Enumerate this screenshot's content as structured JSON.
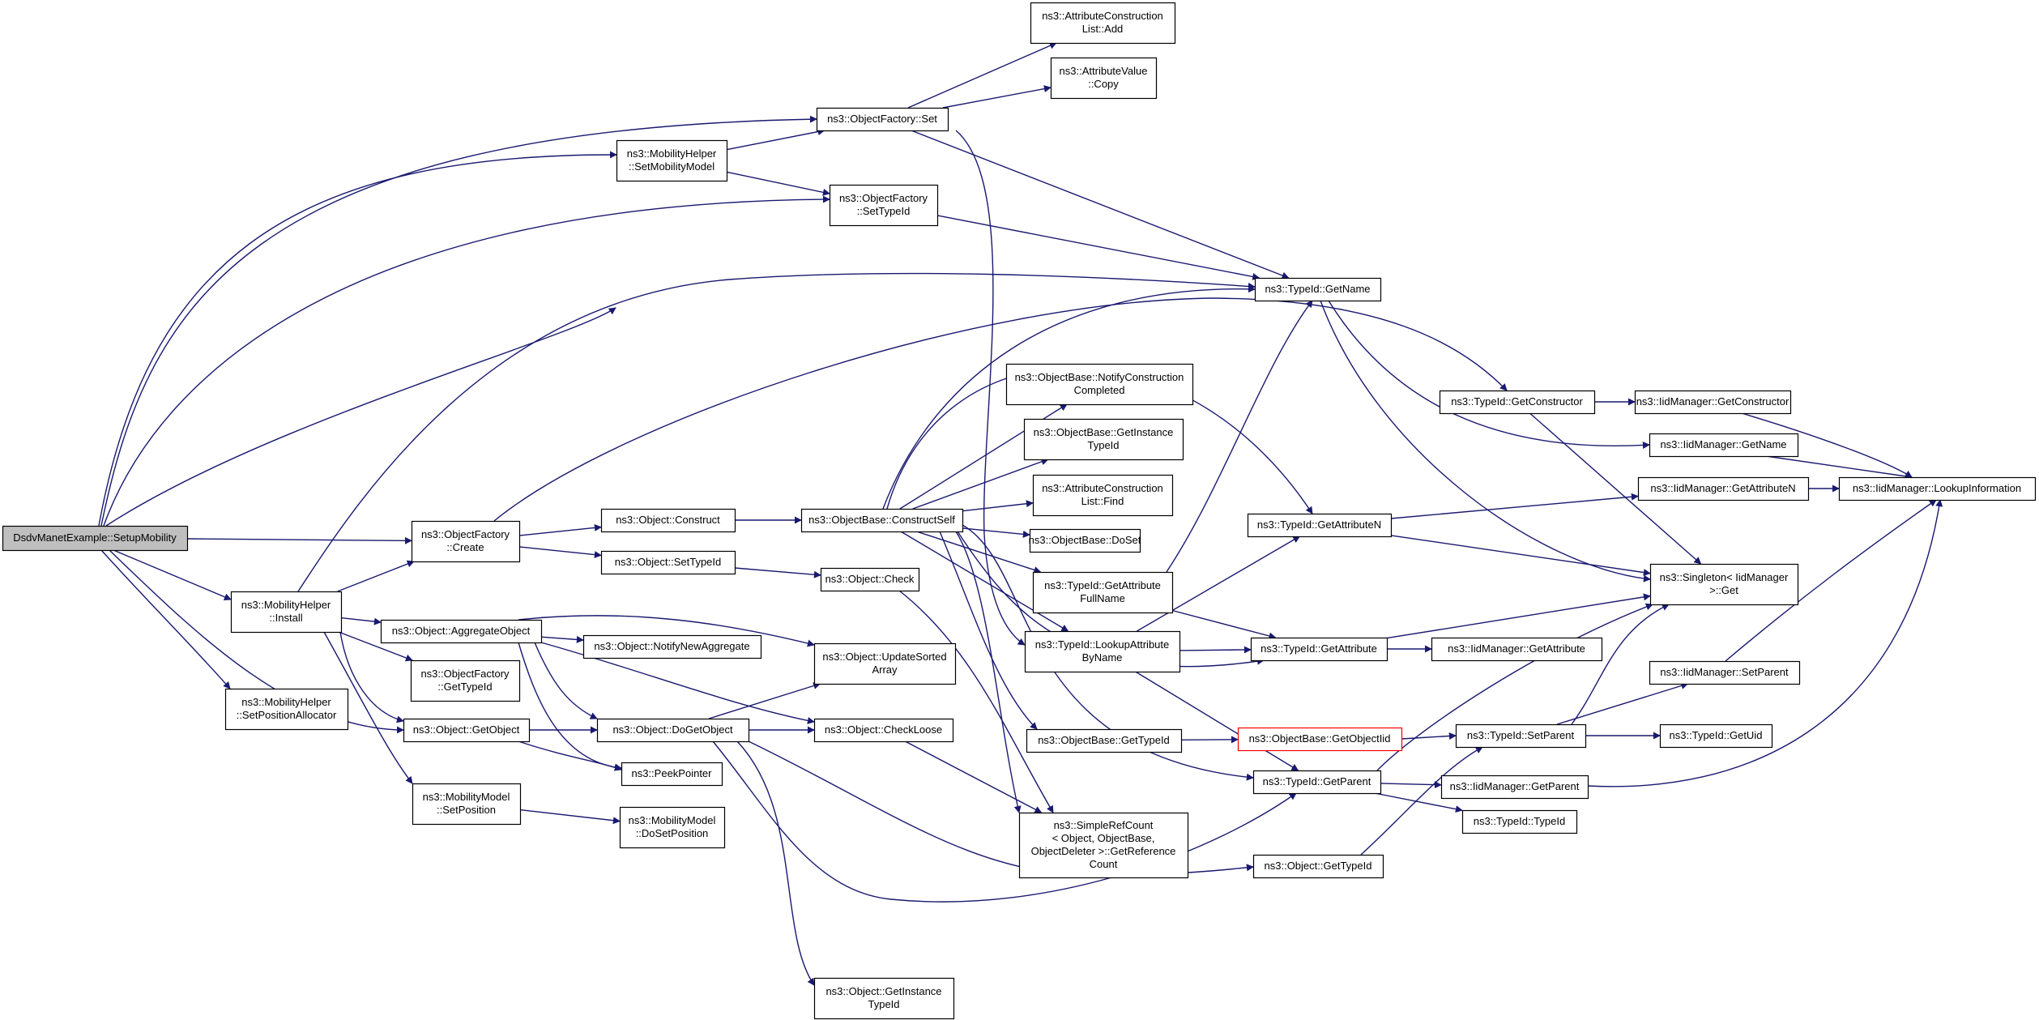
{
  "diagram": {
    "colors": {
      "edge": "#191970",
      "node_border": "#000000",
      "node_fill": "#ffffff",
      "root_fill": "#bfbfbf",
      "highlight_border": "#ff0000"
    },
    "nodes": [
      {
        "id": "n0",
        "lines": [
          "DsdvManetExample::SetupMobility"
        ],
        "root": true
      },
      {
        "id": "n1",
        "lines": [
          "ns3::MobilityHelper",
          "::SetMobilityModel"
        ]
      },
      {
        "id": "n2",
        "lines": [
          "ns3::ObjectFactory::Set"
        ]
      },
      {
        "id": "n3",
        "lines": [
          "ns3::AttributeConstruction",
          "List::Add"
        ]
      },
      {
        "id": "n4",
        "lines": [
          "ns3::AttributeValue",
          "::Copy"
        ]
      },
      {
        "id": "n5",
        "lines": [
          "ns3::ObjectFactory",
          "::SetTypeId"
        ]
      },
      {
        "id": "n6",
        "lines": [
          "ns3::TypeId::GetName"
        ]
      },
      {
        "id": "n7",
        "lines": [
          "ns3::ObjectFactory",
          "::Create"
        ]
      },
      {
        "id": "n8",
        "lines": [
          "ns3::Object::Construct"
        ]
      },
      {
        "id": "n9",
        "lines": [
          "ns3::ObjectBase::ConstructSelf"
        ]
      },
      {
        "id": "n10",
        "lines": [
          "ns3::Object::SetTypeId"
        ]
      },
      {
        "id": "n11",
        "lines": [
          "ns3::Object::Check"
        ]
      },
      {
        "id": "n12",
        "lines": [
          "ns3::MobilityHelper",
          "::Install"
        ]
      },
      {
        "id": "n13",
        "lines": [
          "ns3::Object::AggregateObject"
        ]
      },
      {
        "id": "n14",
        "lines": [
          "ns3::Object::NotifyNewAggregate"
        ]
      },
      {
        "id": "n15",
        "lines": [
          "ns3::ObjectFactory",
          "::GetTypeId"
        ]
      },
      {
        "id": "n16",
        "lines": [
          "ns3::Object::GetObject"
        ]
      },
      {
        "id": "n17",
        "lines": [
          "ns3::Object::DoGetObject"
        ]
      },
      {
        "id": "n18",
        "lines": [
          "ns3::Object::UpdateSorted",
          "Array"
        ]
      },
      {
        "id": "n19",
        "lines": [
          "ns3::Object::CheckLoose"
        ]
      },
      {
        "id": "n20",
        "lines": [
          "ns3::PeekPointer"
        ]
      },
      {
        "id": "n21",
        "lines": [
          "ns3::MobilityModel",
          "::SetPosition"
        ]
      },
      {
        "id": "n22",
        "lines": [
          "ns3::MobilityModel",
          "::DoSetPosition"
        ]
      },
      {
        "id": "n23",
        "lines": [
          "ns3::Object::GetInstance",
          "TypeId"
        ]
      },
      {
        "id": "n24",
        "lines": [
          "ns3::MobilityHelper",
          "::SetPositionAllocator"
        ]
      },
      {
        "id": "n25",
        "lines": [
          "ns3::ObjectBase::NotifyConstruction",
          "Completed"
        ]
      },
      {
        "id": "n26",
        "lines": [
          "ns3::ObjectBase::GetInstance",
          "TypeId"
        ]
      },
      {
        "id": "n27",
        "lines": [
          "ns3::AttributeConstruction",
          "List::Find"
        ]
      },
      {
        "id": "n28",
        "lines": [
          "ns3::ObjectBase::DoSet"
        ]
      },
      {
        "id": "n29",
        "lines": [
          "ns3::TypeId::GetAttribute",
          "FullName"
        ]
      },
      {
        "id": "n30",
        "lines": [
          "ns3::TypeId::LookupAttribute",
          "ByName"
        ]
      },
      {
        "id": "n31",
        "lines": [
          "ns3::ObjectBase::GetTypeId"
        ]
      },
      {
        "id": "n32",
        "lines": [
          "ns3::SimpleRefCount",
          "< Object, ObjectBase,",
          "ObjectDeleter >::GetReference",
          "Count"
        ]
      },
      {
        "id": "n33",
        "lines": [
          "ns3::TypeId::GetAttributeN"
        ]
      },
      {
        "id": "n34",
        "lines": [
          "ns3::TypeId::GetAttribute"
        ]
      },
      {
        "id": "n35",
        "lines": [
          "ns3::ObjectBase::GetObjectIid"
        ],
        "highlight": true
      },
      {
        "id": "n36",
        "lines": [
          "ns3::TypeId::GetParent"
        ]
      },
      {
        "id": "n37",
        "lines": [
          "ns3::Object::GetTypeId"
        ]
      },
      {
        "id": "n38",
        "lines": [
          "ns3::TypeId::GetConstructor"
        ]
      },
      {
        "id": "n39",
        "lines": [
          "ns3::IidManager::GetConstructor"
        ]
      },
      {
        "id": "n40",
        "lines": [
          "ns3::IidManager::GetName"
        ]
      },
      {
        "id": "n41",
        "lines": [
          "ns3::IidManager::GetAttributeN"
        ]
      },
      {
        "id": "n42",
        "lines": [
          "ns3::IidManager::LookupInformation"
        ]
      },
      {
        "id": "n43",
        "lines": [
          "ns3::Singleton< IidManager",
          " >::Get"
        ]
      },
      {
        "id": "n44",
        "lines": [
          "ns3::IidManager::GetAttribute"
        ]
      },
      {
        "id": "n45",
        "lines": [
          "ns3::IidManager::SetParent"
        ]
      },
      {
        "id": "n46",
        "lines": [
          "ns3::TypeId::SetParent"
        ]
      },
      {
        "id": "n47",
        "lines": [
          "ns3::TypeId::GetUid"
        ]
      },
      {
        "id": "n48",
        "lines": [
          "ns3::IidManager::GetParent"
        ]
      },
      {
        "id": "n49",
        "lines": [
          "ns3::TypeId::TypeId"
        ]
      }
    ],
    "edges": [
      [
        "n0",
        "n2"
      ],
      [
        "n0",
        "n1"
      ],
      [
        "n0",
        "n5"
      ],
      [
        "n0",
        "n6"
      ],
      [
        "n0",
        "n7"
      ],
      [
        "n0",
        "n12"
      ],
      [
        "n0",
        "n24"
      ],
      [
        "n0",
        "n16"
      ],
      [
        "n1",
        "n2"
      ],
      [
        "n1",
        "n5"
      ],
      [
        "n2",
        "n3"
      ],
      [
        "n2",
        "n4"
      ],
      [
        "n2",
        "n6"
      ],
      [
        "n2",
        "n30"
      ],
      [
        "n5",
        "n6"
      ],
      [
        "n7",
        "n38"
      ],
      [
        "n7",
        "n8"
      ],
      [
        "n7",
        "n10"
      ],
      [
        "n8",
        "n9"
      ],
      [
        "n9",
        "n6"
      ],
      [
        "n9",
        "n33"
      ],
      [
        "n9",
        "n25"
      ],
      [
        "n9",
        "n26"
      ],
      [
        "n9",
        "n27"
      ],
      [
        "n9",
        "n28"
      ],
      [
        "n9",
        "n29"
      ],
      [
        "n9",
        "n30"
      ],
      [
        "n9",
        "n31"
      ],
      [
        "n9",
        "n34"
      ],
      [
        "n9",
        "n36"
      ],
      [
        "n9",
        "n32"
      ],
      [
        "n10",
        "n11"
      ],
      [
        "n11",
        "n32"
      ],
      [
        "n12",
        "n6"
      ],
      [
        "n12",
        "n7"
      ],
      [
        "n12",
        "n13"
      ],
      [
        "n12",
        "n15"
      ],
      [
        "n12",
        "n16"
      ],
      [
        "n12",
        "n21"
      ],
      [
        "n13",
        "n14"
      ],
      [
        "n13",
        "n18"
      ],
      [
        "n13",
        "n17"
      ],
      [
        "n13",
        "n19"
      ],
      [
        "n13",
        "n20"
      ],
      [
        "n16",
        "n17"
      ],
      [
        "n16",
        "n20"
      ],
      [
        "n17",
        "n18"
      ],
      [
        "n17",
        "n19"
      ],
      [
        "n17",
        "n23"
      ],
      [
        "n17",
        "n36"
      ],
      [
        "n17",
        "n37"
      ],
      [
        "n19",
        "n32"
      ],
      [
        "n21",
        "n22"
      ],
      [
        "n6",
        "n40"
      ],
      [
        "n6",
        "n43"
      ],
      [
        "n29",
        "n6"
      ],
      [
        "n29",
        "n34"
      ],
      [
        "n30",
        "n33"
      ],
      [
        "n30",
        "n34"
      ],
      [
        "n30",
        "n36"
      ],
      [
        "n31",
        "n35"
      ],
      [
        "n35",
        "n46"
      ],
      [
        "n33",
        "n41"
      ],
      [
        "n33",
        "n43"
      ],
      [
        "n34",
        "n44"
      ],
      [
        "n34",
        "n43"
      ],
      [
        "n36",
        "n43"
      ],
      [
        "n36",
        "n48"
      ],
      [
        "n36",
        "n49"
      ],
      [
        "n37",
        "n46"
      ],
      [
        "n38",
        "n39"
      ],
      [
        "n38",
        "n43"
      ],
      [
        "n39",
        "n42"
      ],
      [
        "n40",
        "n42"
      ],
      [
        "n41",
        "n42"
      ],
      [
        "n46",
        "n45"
      ],
      [
        "n46",
        "n47"
      ],
      [
        "n46",
        "n43"
      ],
      [
        "n45",
        "n42"
      ],
      [
        "n48",
        "n42"
      ]
    ]
  }
}
